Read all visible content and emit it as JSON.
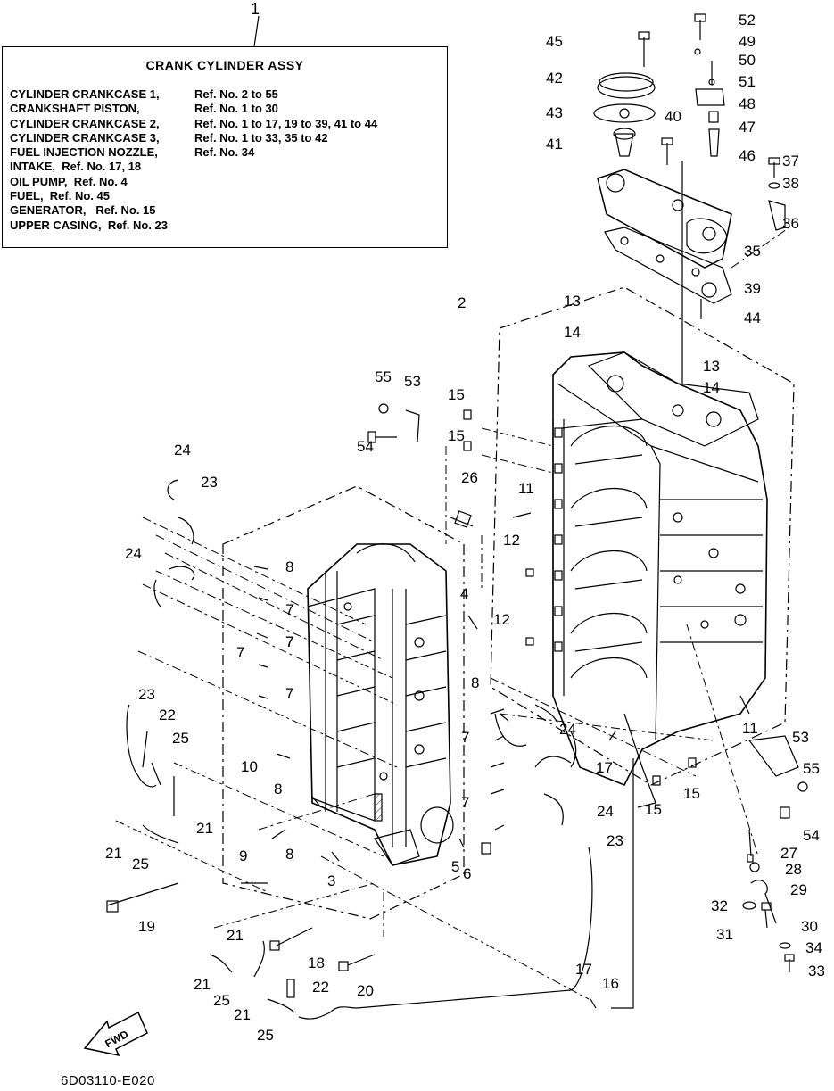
{
  "assembly_ref": "1",
  "legend": {
    "title": "CRANK CYLINDER ASSY",
    "rows": [
      {
        "name": "CYLINDER CRANKCASE 1,",
        "ref": "Ref. No. 2 to 55"
      },
      {
        "name": "CRANKSHAFT PISTON,",
        "ref": "Ref. No. 1 to 30"
      },
      {
        "name": "CYLINDER CRANKCASE 2,",
        "ref": "Ref. No. 1 to 17, 19 to 39, 41 to 44"
      },
      {
        "name": "CYLINDER CRANKCASE 3,",
        "ref": "Ref. No. 1 to 33, 35 to 42"
      },
      {
        "name": "FUEL INJECTION NOZZLE,",
        "ref": "Ref. No. 34"
      },
      {
        "name": "INTAKE,",
        "ref": "Ref. No. 17, 18"
      },
      {
        "name": "OIL PUMP,",
        "ref": "Ref. No. 4"
      },
      {
        "name": "FUEL,",
        "ref": "Ref. No. 45"
      },
      {
        "name": "GENERATOR,",
        "ref": "Ref. No. 15"
      },
      {
        "name": "UPPER CASING,",
        "ref": "Ref. No. 23"
      }
    ]
  },
  "callouts": [
    {
      "id": "c45",
      "label": "45"
    },
    {
      "id": "c52",
      "label": "52"
    },
    {
      "id": "c49",
      "label": "49"
    },
    {
      "id": "c50",
      "label": "50"
    },
    {
      "id": "c51",
      "label": "51"
    },
    {
      "id": "c42",
      "label": "42"
    },
    {
      "id": "c48",
      "label": "48"
    },
    {
      "id": "c43",
      "label": "43"
    },
    {
      "id": "c40",
      "label": "40"
    },
    {
      "id": "c47",
      "label": "47"
    },
    {
      "id": "c41",
      "label": "41"
    },
    {
      "id": "c46",
      "label": "46"
    },
    {
      "id": "c37",
      "label": "37"
    },
    {
      "id": "c38",
      "label": "38"
    },
    {
      "id": "c36",
      "label": "36"
    },
    {
      "id": "c35",
      "label": "35"
    },
    {
      "id": "c39",
      "label": "39"
    },
    {
      "id": "c2",
      "label": "2"
    },
    {
      "id": "c13a",
      "label": "13"
    },
    {
      "id": "c44",
      "label": "44"
    },
    {
      "id": "c14a",
      "label": "14"
    },
    {
      "id": "c13b",
      "label": "13"
    },
    {
      "id": "c14b",
      "label": "14"
    },
    {
      "id": "c55a",
      "label": "55"
    },
    {
      "id": "c53a",
      "label": "53"
    },
    {
      "id": "c15a",
      "label": "15"
    },
    {
      "id": "c15b",
      "label": "15"
    },
    {
      "id": "c54a",
      "label": "54"
    },
    {
      "id": "c24a",
      "label": "24"
    },
    {
      "id": "c23a",
      "label": "23"
    },
    {
      "id": "c26",
      "label": "26"
    },
    {
      "id": "c11a",
      "label": "11"
    },
    {
      "id": "c12a",
      "label": "12"
    },
    {
      "id": "c24b",
      "label": "24"
    },
    {
      "id": "c8a",
      "label": "8"
    },
    {
      "id": "c7a",
      "label": "7"
    },
    {
      "id": "c4",
      "label": "4"
    },
    {
      "id": "c12b",
      "label": "12"
    },
    {
      "id": "c7b",
      "label": "7"
    },
    {
      "id": "c7c",
      "label": "7"
    },
    {
      "id": "c7d",
      "label": "7"
    },
    {
      "id": "c7e",
      "label": "7"
    },
    {
      "id": "c23b",
      "label": "23"
    },
    {
      "id": "c22a",
      "label": "22"
    },
    {
      "id": "c8b",
      "label": "8"
    },
    {
      "id": "c11b",
      "label": "11"
    },
    {
      "id": "c25a",
      "label": "25"
    },
    {
      "id": "c7f",
      "label": "7"
    },
    {
      "id": "c24c",
      "label": "24"
    },
    {
      "id": "c53b",
      "label": "53"
    },
    {
      "id": "c10",
      "label": "10"
    },
    {
      "id": "c17a",
      "label": "17"
    },
    {
      "id": "c55b",
      "label": "55"
    },
    {
      "id": "c15c",
      "label": "15"
    },
    {
      "id": "c15d",
      "label": "15"
    },
    {
      "id": "c8c",
      "label": "8"
    },
    {
      "id": "c7g",
      "label": "7"
    },
    {
      "id": "c24d",
      "label": "24"
    },
    {
      "id": "c21a",
      "label": "21"
    },
    {
      "id": "c21b",
      "label": "21"
    },
    {
      "id": "c54b",
      "label": "54"
    },
    {
      "id": "c23c",
      "label": "23"
    },
    {
      "id": "c25b",
      "label": "25"
    },
    {
      "id": "c8d",
      "label": "8"
    },
    {
      "id": "c5",
      "label": "5"
    },
    {
      "id": "c6",
      "label": "6"
    },
    {
      "id": "c27",
      "label": "27"
    },
    {
      "id": "c9",
      "label": "9"
    },
    {
      "id": "c3",
      "label": "3"
    },
    {
      "id": "c28",
      "label": "28"
    },
    {
      "id": "c29",
      "label": "29"
    },
    {
      "id": "c19",
      "label": "19"
    },
    {
      "id": "c32",
      "label": "32"
    },
    {
      "id": "c30",
      "label": "30"
    },
    {
      "id": "c21c",
      "label": "21"
    },
    {
      "id": "c31",
      "label": "31"
    },
    {
      "id": "c18",
      "label": "18"
    },
    {
      "id": "c34",
      "label": "34"
    },
    {
      "id": "c21d",
      "label": "21"
    },
    {
      "id": "c17b",
      "label": "17"
    },
    {
      "id": "c33",
      "label": "33"
    },
    {
      "id": "c22b",
      "label": "22"
    },
    {
      "id": "c20",
      "label": "20"
    },
    {
      "id": "c16",
      "label": "16"
    },
    {
      "id": "c25c",
      "label": "25"
    },
    {
      "id": "c21e",
      "label": "21"
    },
    {
      "id": "c25d",
      "label": "25"
    }
  ],
  "fwd_label": "FWD",
  "diagram_code": "6D03110-E020"
}
